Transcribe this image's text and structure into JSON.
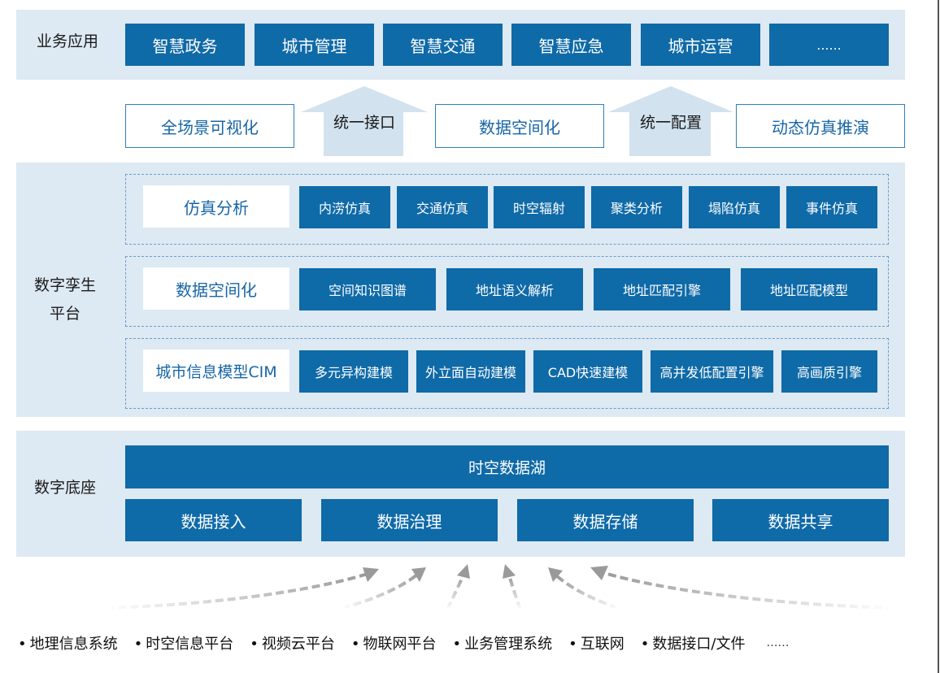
{
  "business": {
    "label": "业务应用",
    "apps": [
      "智慧政务",
      "城市管理",
      "智慧交通",
      "智慧应急",
      "城市运营",
      "......"
    ]
  },
  "middle": {
    "boxes": [
      "全场景可视化",
      "数据空间化",
      "动态仿真推演"
    ],
    "arrows": [
      "统一接口",
      "统一配置"
    ]
  },
  "twin": {
    "label_line1": "数字孪生",
    "label_line2": "平台",
    "groups": [
      {
        "title": "仿真分析",
        "items": [
          "内涝仿真",
          "交通仿真",
          "时空辐射",
          "聚类分析",
          "塌陷仿真",
          "事件仿真"
        ]
      },
      {
        "title": "数据空间化",
        "items": [
          "空间知识图谱",
          "地址语义解析",
          "地址匹配引擎",
          "地址匹配模型"
        ]
      },
      {
        "title": "城市信息模型CIM",
        "items": [
          "多元异构建模",
          "外立面自动建模",
          "CAD快速建模",
          "高并发低配置引擎",
          "高画质引擎"
        ]
      }
    ]
  },
  "base": {
    "label": "数字底座",
    "lake": "时空数据湖",
    "items": [
      "数据接入",
      "数据治理",
      "数据存储",
      "数据共享"
    ]
  },
  "sources": {
    "bullet": "•",
    "items": [
      "地理信息系统",
      "时空信息平台",
      "视频云平台",
      "物联网平台",
      "业务管理系统",
      "互联网",
      "数据接口/文件"
    ],
    "more": "……"
  },
  "colors": {
    "band_bg": "#dde9f3",
    "block_blue": "#0f6aa8",
    "outline_blue": "#2f7fbc",
    "arrow_light": "#d2e2ef",
    "arrow_gray": "#9a9a9a"
  }
}
